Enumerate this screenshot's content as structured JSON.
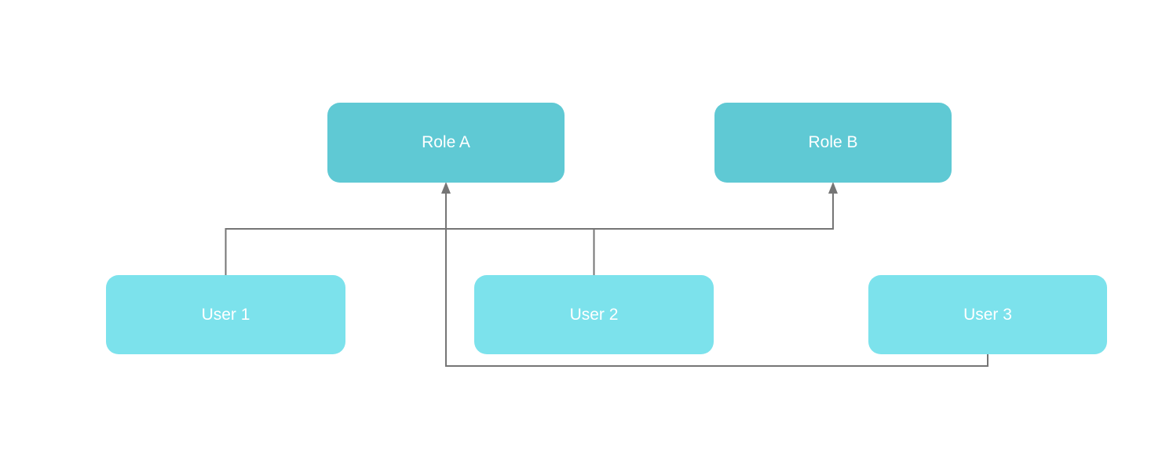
{
  "diagram": {
    "colors": {
      "role_fill": "#5fc9d4",
      "user_fill": "#7ce2ec",
      "connector": "#757575",
      "label_text": "#ffffff",
      "background": "#ffffff"
    },
    "roles": [
      {
        "label": "Role A"
      },
      {
        "label": "Role B"
      }
    ],
    "users": [
      {
        "label": "User 1"
      },
      {
        "label": "User 2"
      },
      {
        "label": "User 3"
      }
    ],
    "edges": [
      {
        "from": "User 1",
        "to": "Role B",
        "arrow": "to"
      },
      {
        "from": "User 2",
        "to": "Role B",
        "arrow": "to"
      },
      {
        "from": "User 3",
        "to": "Role A",
        "arrow": "to"
      }
    ]
  }
}
